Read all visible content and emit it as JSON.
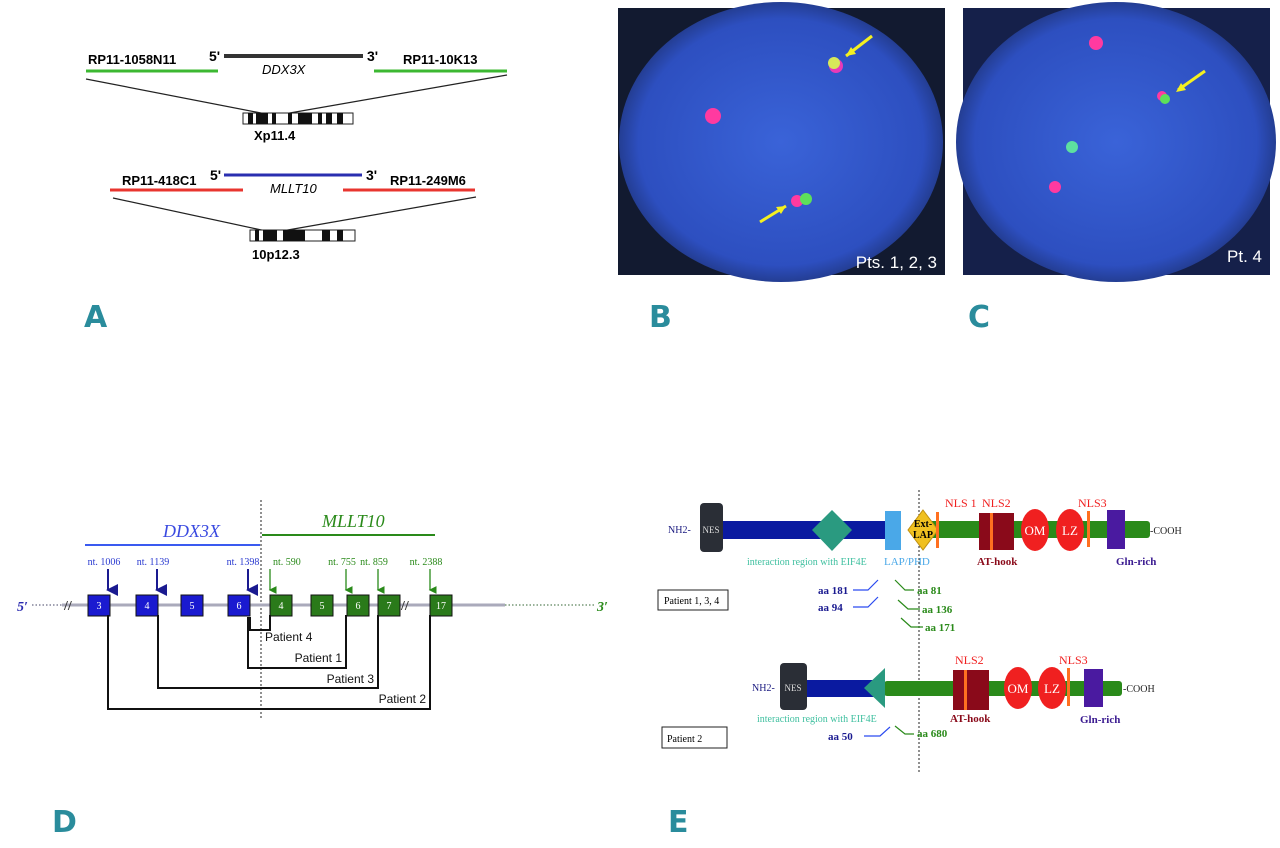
{
  "panels": {
    "A": {
      "letter": "A",
      "top": {
        "left_probe": "RP11-1058N11",
        "right_probe": "RP11-10K13",
        "five": "5'",
        "three": "3'",
        "gene": "DDX3X",
        "band": "Xp11.4",
        "probe_color": "#3cb832",
        "gene_color": "#333333"
      },
      "bottom": {
        "left_probe": "RP11-418C1",
        "right_probe": "RP11-249M6",
        "five": "5'",
        "three": "3'",
        "gene": "MLLT10",
        "band": "10p12.3",
        "probe_color": "#e8352f",
        "gene_color": "#2a2fb0"
      }
    },
    "B": {
      "letter": "B",
      "caption": "Pts. 1, 2, 3"
    },
    "C": {
      "letter": "C",
      "caption": "Pt. 4"
    },
    "D": {
      "letter": "D",
      "gene_left": "DDX3X",
      "gene_right": "MLLT10",
      "five": "5′",
      "three": "3′",
      "ddx3x_exons": [
        "3",
        "4",
        "5",
        "6"
      ],
      "mllt10_exons": [
        "4",
        "5",
        "6",
        "7",
        "17"
      ],
      "breakpoints": [
        "nt. 1006",
        "nt. 1139",
        "nt. 1398",
        "nt. 590",
        "nt. 755",
        "nt. 859",
        "nt. 2388"
      ],
      "patients": [
        "Patient 4",
        "Patient 1",
        "Patient 3",
        "Patient 2"
      ],
      "colors": {
        "ddx3x": "#1a1ad0",
        "mllt10": "#2a7a1a"
      }
    },
    "E": {
      "letter": "E",
      "top": {
        "nh2": "NH2-",
        "nes": "NES",
        "cooh": "-COOH",
        "ext_lap": [
          "Ext-",
          "LAP"
        ],
        "nls1": "NLS 1",
        "nls2": "NLS2",
        "nls3": "NLS3",
        "om": "OM",
        "lz": "LZ",
        "interaction": "interaction region with EIF4E",
        "lap_phd": "LAP/PHD",
        "at_hook": "AT-hook",
        "gln_rich": "Gln-rich",
        "patient_box": "Patient 1, 3, 4",
        "aa_left": [
          "aa 181",
          "aa 94"
        ],
        "aa_right": [
          "aa 81",
          "aa 136",
          "aa 171"
        ]
      },
      "bottom": {
        "nh2": "NH2-",
        "nes": "NES",
        "cooh": "-COOH",
        "nls2": "NLS2",
        "nls3": "NLS3",
        "om": "OM",
        "lz": "LZ",
        "interaction": "interaction region with EIF4E",
        "at_hook": "AT-hook",
        "gln_rich": "Gln-rich",
        "patient_box": "Patient 2",
        "aa_left": "aa 50",
        "aa_right": "aa 680"
      }
    }
  }
}
